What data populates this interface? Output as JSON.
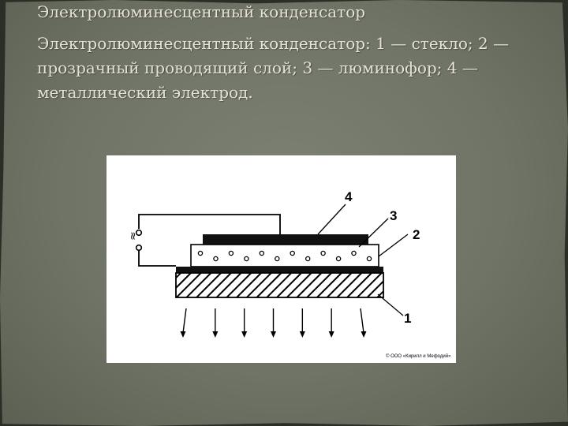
{
  "slide": {
    "title": "Электролюминесцентный конденсатор",
    "body": "Электролюминесцентный конденсатор: 1 — стекло; 2 — прозрачный проводящий слой; 3 — люминофор; 4 — металлический электрод."
  },
  "figure": {
    "labels": {
      "glass": "1",
      "conductive_layer": "2",
      "phosphor": "3",
      "electrode": "4"
    },
    "ac_symbol": "≈",
    "copyright": "© ООО «Кирилл и Мефодий»",
    "emission_arrow_count": 7,
    "phosphor_particle_count": 12
  }
}
